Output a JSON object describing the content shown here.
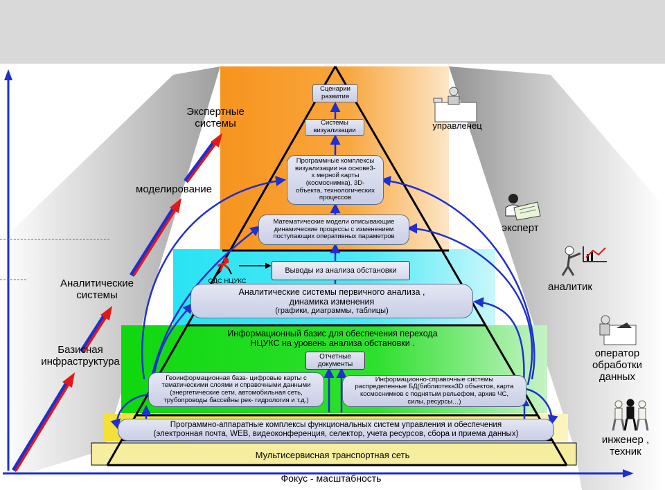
{
  "axes": {
    "x_label": "Фокус  - масштабность"
  },
  "side_labels": {
    "expert_systems": [
      "Экспертные",
      "системы"
    ],
    "modeling": "моделирование",
    "analytic_systems": [
      "Аналитические",
      "системы"
    ],
    "base_infrastructure": [
      "Базисная",
      "инфраструктура"
    ]
  },
  "roles": {
    "manager": "управленец",
    "expert": "эксперт",
    "analyst": "аналитик",
    "operator": [
      "оператор",
      "обработки",
      "данных"
    ],
    "engineer": [
      "инженер ,",
      "техник"
    ]
  },
  "pyramid": {
    "scenarios": [
      "Сценарии",
      "развития"
    ],
    "visualization_systems": [
      "Системы",
      "визуализации"
    ],
    "visualization_software": [
      "Программные комплексы",
      "визуализации на основе3-",
      "х мерной карты",
      "(космоснимка), 3D-",
      "объекта, технологических",
      "процессов"
    ],
    "math_models": [
      "Математические модели описывающие",
      "динамические процессы с изменением",
      "поступающих оперативных параметров"
    ],
    "ods_label": "ОДС НЦУКС",
    "conclusions": "Выводы из анализа обстановки",
    "analytic_primary": [
      "Аналитические системы первичного анализа      ,",
      "динамика изменения",
      "(графики, диаграммы, таблицы)"
    ],
    "info_base_title": [
      "Информационный базис для обеспечения перехода",
      "НЦУКС на уровень анализа обстановки       ."
    ],
    "reports": [
      "Отчетные",
      "документы"
    ],
    "geo_base": [
      "Геоинформационная база- цифровые карты с",
      "тематическими слоями и справочными данными",
      "(энергетические сети, автомобильная сеть,",
      "трубопроводы бассейны рек- гидрология и т.д.)"
    ],
    "info_reference": [
      "Информационно-справочные системы",
      "распределенные БД(библиотека3D объектов, карта",
      "космоснимков с поднятым рельефом, архив ЧС,",
      "силы, ресурсы…)"
    ],
    "hardware": [
      "Программно-аппаратные комплексы функциональных систем управления и обеспечения",
      "(электронная почта, WEB, видеоконференция, селектор, учета ресурсов, сбора и приема данных)"
    ],
    "transport": "Мультисервисная транспортная сеть"
  },
  "colors": {
    "orange": "#f7941d",
    "cyan": "#3de6f5",
    "green": "#12dd12",
    "yellow": "#f5e84a",
    "arrow_blue": "#1f2fd1",
    "arrow_red": "#e31818"
  }
}
